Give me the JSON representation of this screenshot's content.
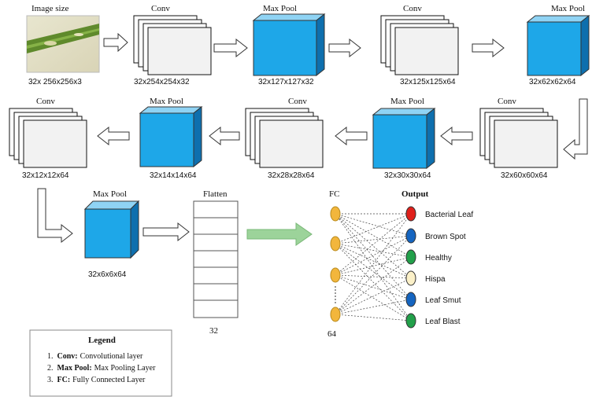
{
  "colors": {
    "pool_front": "#1EA7E8",
    "pool_top": "#8FD3F4",
    "pool_side": "#0E6FAE",
    "conv_fill": "#F2F2F2",
    "fc_node": "#F2B63C",
    "arrow_green": "#9CD39A"
  },
  "image_block": {
    "label": "Image size",
    "dims": "32x 256x256x3"
  },
  "row1": [
    {
      "label": "Conv",
      "dims": "32x254x254x32"
    },
    {
      "label": "Max Pool",
      "dims": "32x127x127x32"
    },
    {
      "label": "Conv",
      "dims": "32x125x125x64"
    },
    {
      "label": "Max Pool",
      "dims": "32x62x62x64"
    }
  ],
  "row2": [
    {
      "label": "Conv",
      "dims": "32x60x60x64"
    },
    {
      "label": "Max Pool",
      "dims": "32x30x30x64"
    },
    {
      "label": "Conv",
      "dims": "32x28x28x64"
    },
    {
      "label": "Max Pool",
      "dims": "32x14x14x64"
    },
    {
      "label": "Conv",
      "dims": "32x12x12x64"
    }
  ],
  "row3": {
    "pool": {
      "label": "Max Pool",
      "dims": "32x6x6x64"
    },
    "flatten": {
      "label": "Flatten",
      "count": "32"
    },
    "fc": {
      "label": "FC",
      "count": "64"
    },
    "output": {
      "title": "Output",
      "classes": [
        {
          "name": "Bacterial Leaf",
          "color": "#E0201B"
        },
        {
          "name": "Brown Spot",
          "color": "#1565C0"
        },
        {
          "name": "Healthy",
          "color": "#22A04A"
        },
        {
          "name": "Hispa",
          "color": "#FBF0C8"
        },
        {
          "name": "Leaf Smut",
          "color": "#1565C0"
        },
        {
          "name": "Leaf Blast",
          "color": "#22A04A"
        }
      ]
    }
  },
  "legend": {
    "title": "Legend",
    "items": [
      {
        "num": "1.",
        "term": "Conv:",
        "desc": "Convolutional layer"
      },
      {
        "num": "2.",
        "term": "Max Pool:",
        "desc": "Max Pooling Layer"
      },
      {
        "num": "3.",
        "term": "FC:",
        "desc": "Fully Connected Layer"
      }
    ]
  }
}
